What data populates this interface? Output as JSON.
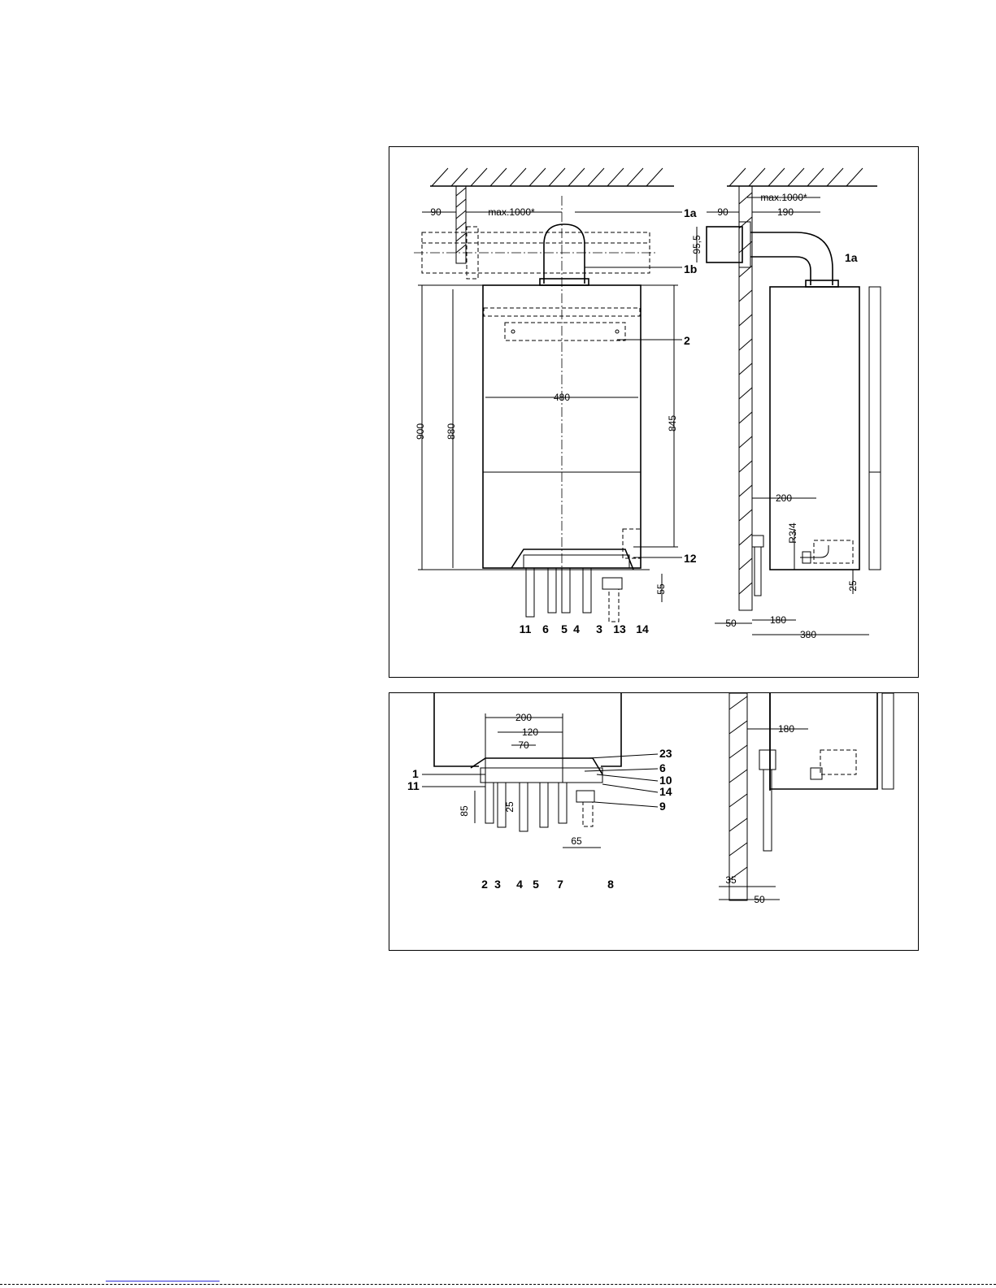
{
  "top_figure": {
    "front_view": {
      "dimensions": {
        "wall_offset": "90",
        "max_flue": "max.1000*",
        "height_total": "900",
        "height_casing": "880",
        "height_fixing": "845",
        "width": "480",
        "bottom_offset": "55"
      },
      "callouts": [
        "1a",
        "1b",
        "2",
        "12",
        "11",
        "6",
        "5",
        "4",
        "3",
        "13",
        "14"
      ]
    },
    "side_view": {
      "dimensions": {
        "wall_offset": "90",
        "max_flue": "max.1000*",
        "flue_depth": "190",
        "flue_height": "95,5",
        "pipe_depth": "200",
        "thread": "R3/4",
        "offset_25": "25",
        "wall_gap": "50",
        "pipe_180": "180",
        "total_depth": "380"
      },
      "callouts": [
        "1a"
      ]
    }
  },
  "bottom_figure": {
    "front_view": {
      "dimensions": {
        "span_200": "200",
        "span_120": "120",
        "span_70": "70",
        "drop_85": "85",
        "drop_25": "25",
        "span_65": "65"
      },
      "callouts_left": [
        "1",
        "11"
      ],
      "callouts_right": [
        "23",
        "6",
        "10",
        "14",
        "9"
      ],
      "callouts_bottom": [
        "2",
        "3",
        "4",
        "5",
        "7",
        "8"
      ]
    },
    "side_view": {
      "dimensions": {
        "depth_180": "180",
        "wall_35": "35",
        "wall_50": "50"
      }
    }
  }
}
